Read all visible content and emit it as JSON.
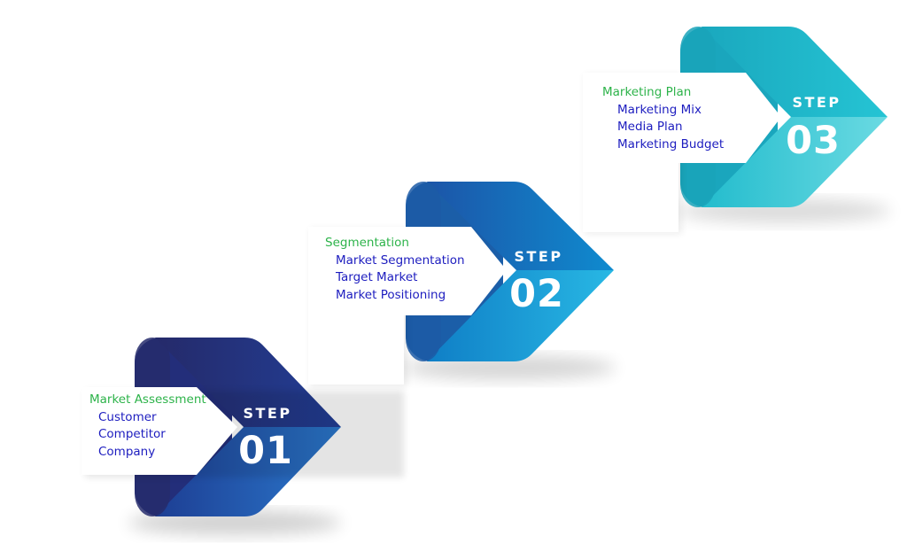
{
  "steps": [
    {
      "label": "STEP",
      "number": "01",
      "heading": "Market Assessment",
      "items": [
        "Customer",
        "Competitor",
        "Company"
      ],
      "colors": {
        "dark": "#222a6e",
        "mid": "#1e3f96",
        "light": "#2a72c8"
      }
    },
    {
      "label": "STEP",
      "number": "02",
      "heading": "Segmentation",
      "items": [
        "Market Segmentation",
        "Target Market",
        "Market Positioning"
      ],
      "colors": {
        "dark": "#1d5fae",
        "mid": "#0f86cc",
        "light": "#21b0e0"
      }
    },
    {
      "label": "STEP",
      "number": "03",
      "heading": "Marketing Plan",
      "items": [
        "Marketing Mix",
        "Media Plan",
        "Marketing Budget"
      ],
      "colors": {
        "dark": "#18a9bf",
        "mid": "#21c0d2",
        "light": "#5fd7e0"
      }
    }
  ],
  "colors": {
    "heading": "#2db34a",
    "item": "#1d1dbf"
  }
}
